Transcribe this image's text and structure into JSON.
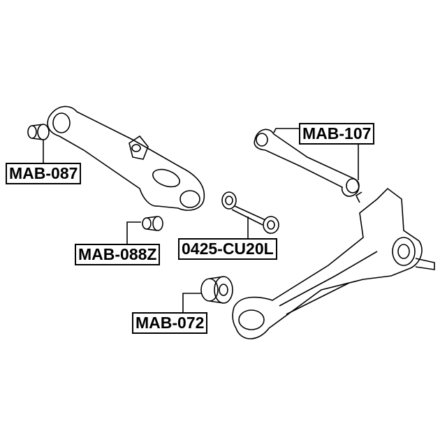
{
  "labels": {
    "mab_087": "MAB-087",
    "mab_107": "MAB-107",
    "mab_088z": "MAB-088Z",
    "cu20l": "0425-CU20L",
    "mab_072": "MAB-072"
  },
  "colors": {
    "line": "#000000",
    "background": "#ffffff"
  }
}
